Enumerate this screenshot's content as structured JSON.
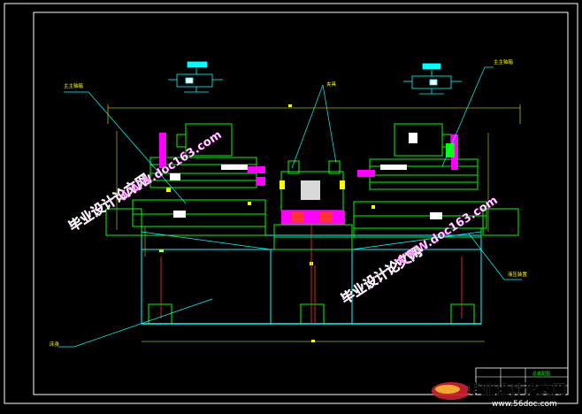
{
  "callouts": {
    "spindle_box_left": "主主轴箱",
    "spindle_box_right": "主主轴箱",
    "fixture": "夹具",
    "hydraulic_device": "液压装置",
    "bed": "床身"
  },
  "title_block": {
    "drawing_name": "总装配图"
  },
  "watermarks": {
    "site_cn": "毕业设计论文网",
    "site_url": "WWW.doc163.com",
    "footer_cn": "毕业设计论文网",
    "footer_url": "www.56doc.com"
  },
  "colors": {
    "frame": "#ffffff",
    "outline": "#00ffff",
    "machine": "#00ff00",
    "highlight": "#ff00ff",
    "dimension": "#ffff00",
    "section_red": "#ff3333",
    "watermark_magenta": "#ff00ff",
    "watermark_white": "#ffffff"
  }
}
